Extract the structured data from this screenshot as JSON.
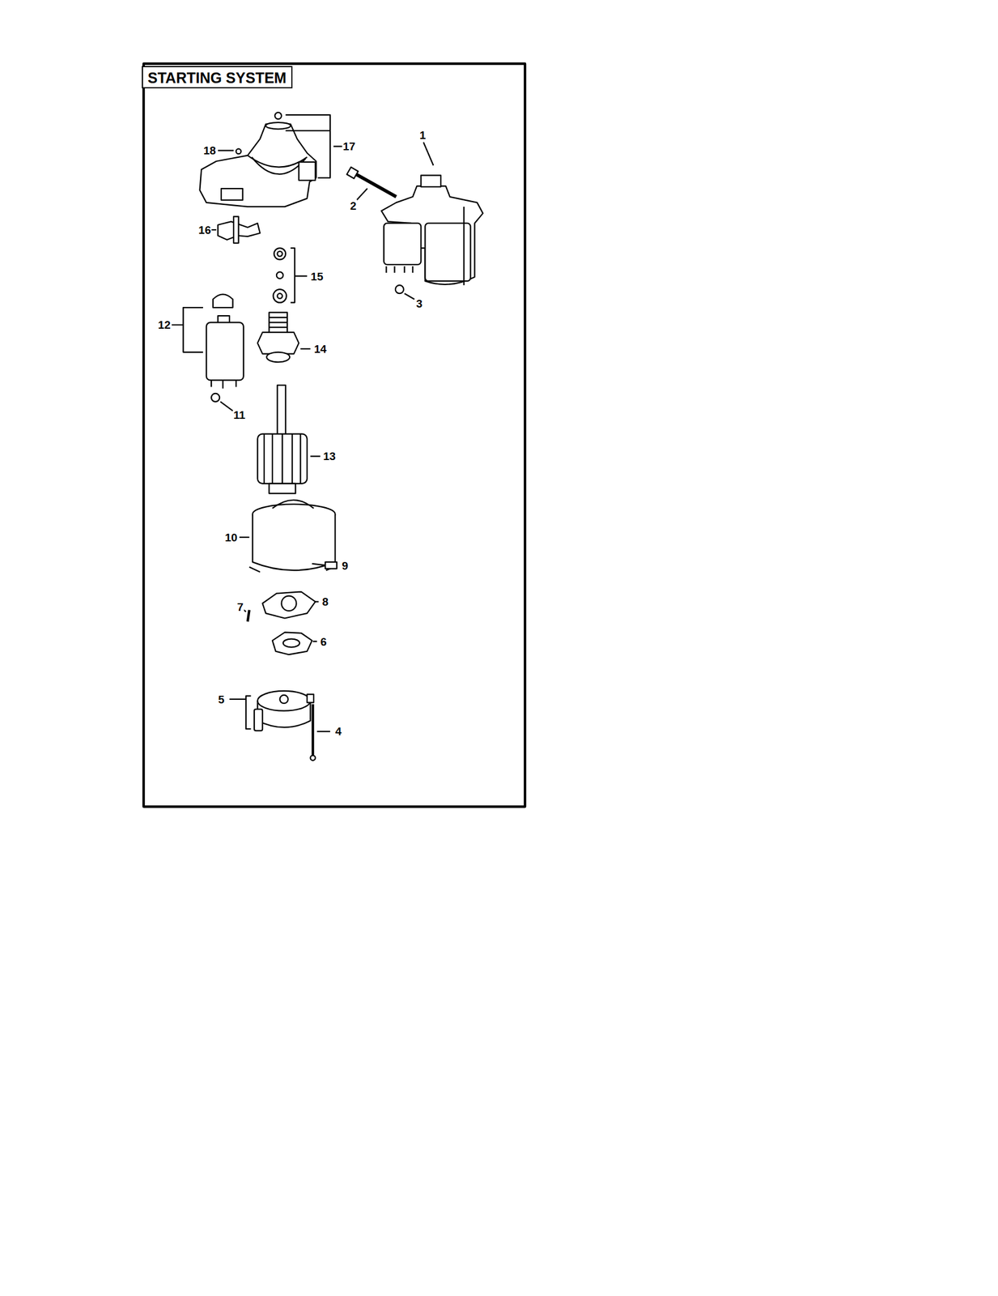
{
  "diagram": {
    "title": "STARTING SYSTEM",
    "labels": [
      "18",
      "17",
      "1",
      "2",
      "16",
      "15",
      "3",
      "12",
      "14",
      "11",
      "13",
      "10",
      "9",
      "8",
      "7",
      "6",
      "5",
      "4"
    ]
  }
}
